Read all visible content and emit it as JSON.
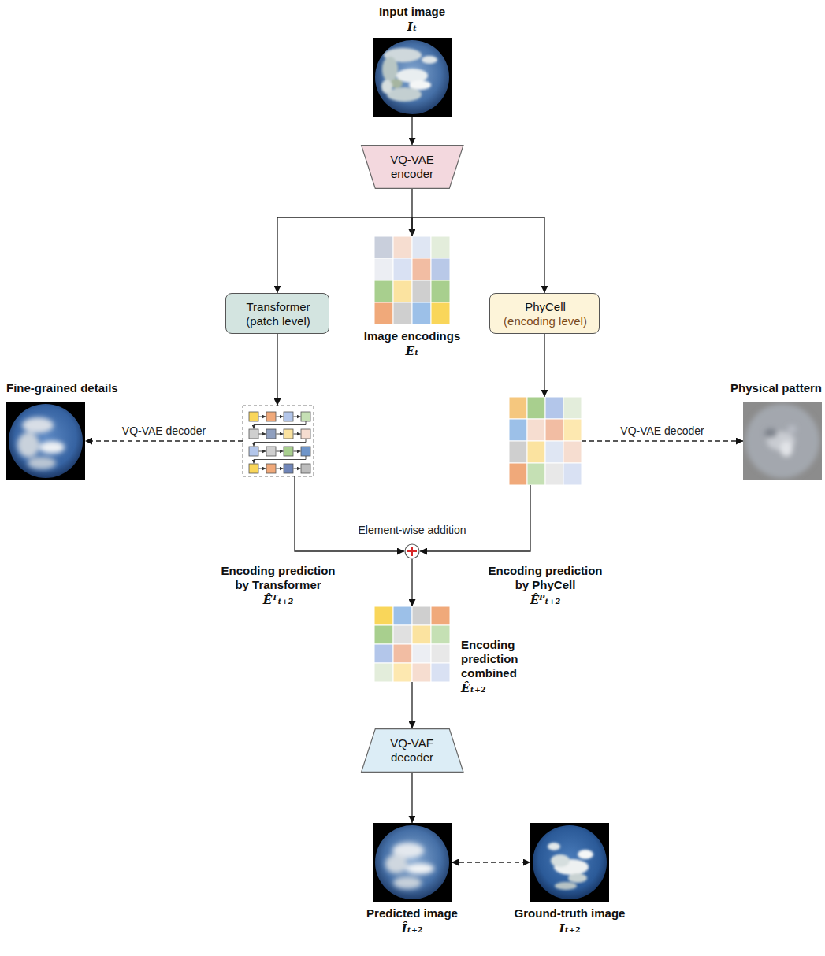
{
  "diagram": {
    "nodes": [
      {
        "text": [
          "Input image",
          "Iₜ"
        ]
      },
      {
        "text": [
          "VQ-VAE encoder"
        ]
      },
      {
        "text": [
          "Image encodings",
          "Eₜ"
        ]
      },
      {
        "text": [
          "Transformer",
          "(patch level)"
        ]
      },
      {
        "text": [
          "PhyCell",
          "(encoding level)"
        ]
      },
      {
        "text": [
          "Fine-grained details"
        ]
      },
      {
        "text": [
          "Encoding prediction by Transformer",
          "Êᵀₜ₊₂"
        ]
      },
      {
        "text": [
          "Encoding prediction by PhyCell",
          "Êᴾₜ₊₂"
        ]
      },
      {
        "text": [
          "Physical pattern"
        ]
      },
      {
        "text": [
          "Element-wise addition"
        ]
      },
      {
        "text": [
          "Encoding prediction combined",
          "Êₜ₊₂"
        ]
      },
      {
        "text": [
          "VQ-VAE decoder"
        ]
      },
      {
        "text": [
          "Predicted image",
          "Îₜ₊₂"
        ]
      },
      {
        "text": [
          "Ground-truth image",
          "Iₜ₊₂"
        ]
      }
    ],
    "edges": [
      {
        "from": 0,
        "to": 1,
        "arrow": "to"
      },
      {
        "from": 1,
        "to": 2,
        "arrow": "to"
      },
      {
        "from": 2,
        "to": 3,
        "arrow": "to"
      },
      {
        "from": 2,
        "to": 4,
        "arrow": "to"
      },
      {
        "from": 3,
        "to": 6,
        "arrow": "to"
      },
      {
        "from": 4,
        "to": 7,
        "arrow": "to"
      },
      {
        "from": 6,
        "to": 5,
        "arrow": "to",
        "label": "VQ-VAE decoder"
      },
      {
        "from": 7,
        "to": 8,
        "arrow": "to",
        "label": "VQ-VAE decoder"
      },
      {
        "from": 6,
        "to": 9,
        "arrow": "to"
      },
      {
        "from": 7,
        "to": 9,
        "arrow": "to"
      },
      {
        "from": 9,
        "to": 10,
        "arrow": "to"
      },
      {
        "from": 10,
        "to": 11,
        "arrow": "to"
      },
      {
        "from": 11,
        "to": 12,
        "arrow": "to"
      },
      {
        "from": 12,
        "to": 13,
        "arrow": "both"
      }
    ]
  }
}
